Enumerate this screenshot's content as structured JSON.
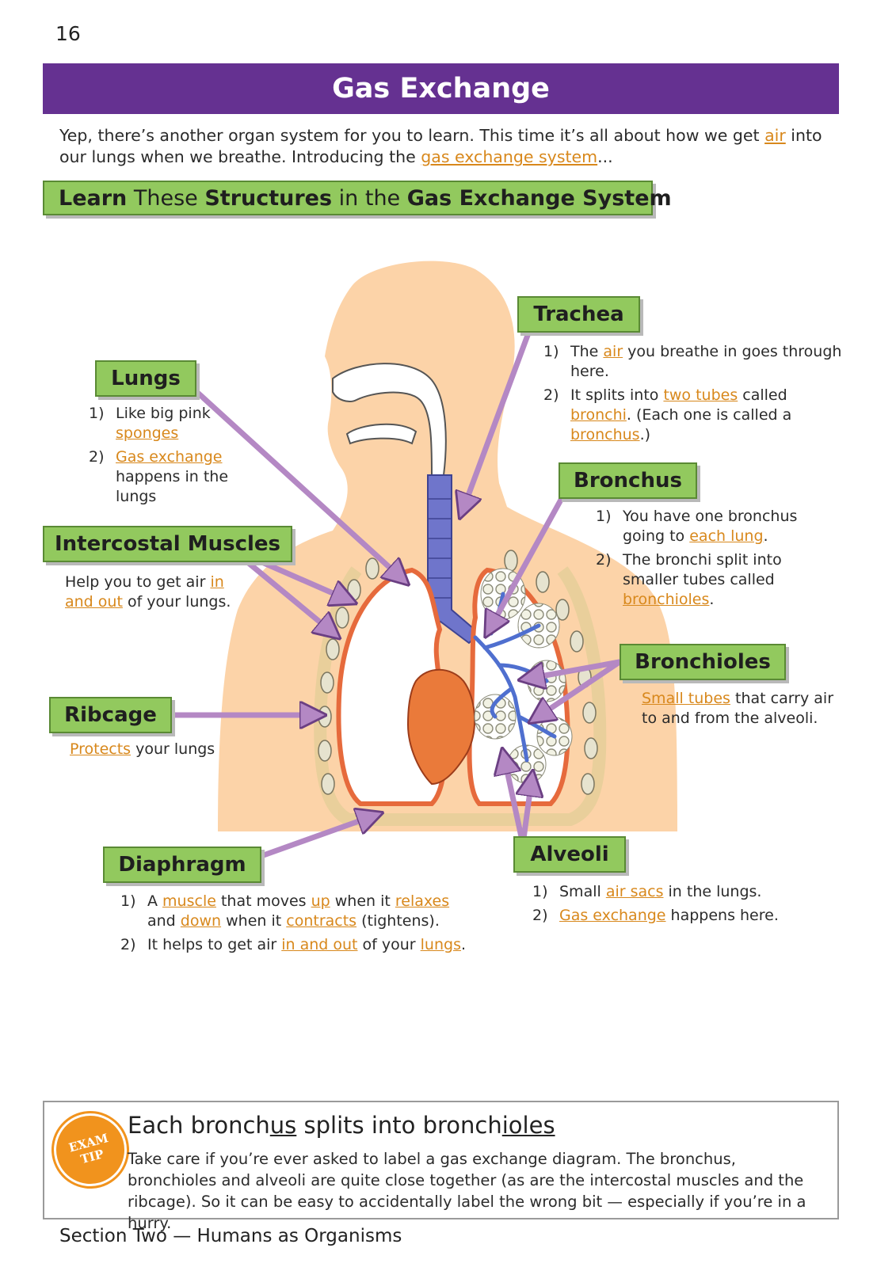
{
  "page_number": "16",
  "title": "Gas Exchange",
  "intro": {
    "p1": "Yep, there’s another organ system for you to learn.  This time it’s all about how we get ",
    "air": "air",
    "p2": " into our lungs when we breathe.  Introducing the ",
    "system": "gas exchange system",
    "p3": "..."
  },
  "section_heading": {
    "w1": "Learn",
    "w2": " These ",
    "w3": "Structures",
    "w4": " in the ",
    "w5": "Gas Exchange System"
  },
  "labels": {
    "trachea": "Trachea",
    "lungs": "Lungs",
    "bronchus": "Bronchus",
    "intercostal": "Intercostal Muscles",
    "bronchioles": "Bronchioles",
    "ribcage": "Ribcage",
    "alveoli": "Alveoli",
    "diaphragm": "Diaphragm"
  },
  "trachea": {
    "n1": "1)",
    "i1a": "The ",
    "i1b": "air",
    "i1c": " you breathe in goes through here.",
    "n2": "2)",
    "i2a": "It splits into ",
    "i2b": "two tubes",
    "i2c": " called ",
    "i2d": "bronchi",
    "i2e": ". (Each one is called a ",
    "i2f": "bronchus",
    "i2g": ".)"
  },
  "lungs": {
    "n1": "1)",
    "i1a": "Like big pink ",
    "i1b": "sponges",
    "n2": "2)",
    "i2a": "Gas exchange",
    "i2b": " happens in the lungs"
  },
  "bronchus": {
    "n1": "1)",
    "i1a": "You have one bronchus going to ",
    "i1b": "each lung",
    "i1c": ".",
    "n2": "2)",
    "i2a": "The bronchi split into smaller tubes called ",
    "i2b": "bronchioles",
    "i2c": "."
  },
  "intercostal": {
    "a": "Help you to get air ",
    "b": "in and out",
    "c": " of your lungs."
  },
  "bronchioles": {
    "a": "Small tubes",
    "b": " that carry air to and from the alveoli."
  },
  "ribcage": {
    "a": "Protects",
    "b": " your lungs"
  },
  "alveoli": {
    "n1": "1)",
    "i1a": "Small ",
    "i1b": "air sacs",
    "i1c": " in the lungs.",
    "n2": "2)",
    "i2a": "Gas exchange",
    "i2b": " happens here."
  },
  "diaphragm": {
    "n1": "1)",
    "i1a": "A ",
    "i1b": "muscle",
    "i1c": " that moves ",
    "i1d": "up",
    "i1e": " when it ",
    "i1f": "relaxes",
    "i1g": " and ",
    "i1h": "down",
    "i1i": " when it ",
    "i1j": "contracts",
    "i1k": " (tightens).",
    "n2": "2)",
    "i2a": "It helps to get air ",
    "i2b": "in and out",
    "i2c": " of your ",
    "i2d": "lungs",
    "i2e": "."
  },
  "exam_tip": {
    "badge1": "EXAM",
    "badge2": "TIP",
    "t1": "Each bronch",
    "t2": "us",
    "t3": " splits into bronch",
    "t4": "ioles",
    "body": "Take care if you’re ever asked to label a gas exchange diagram.  The bronchus, bronchioles and alveoli are quite close together (as are the intercostal muscles and the ribcage).  So it can be easy to accidentally label the wrong bit — especially if you’re in a hurry."
  },
  "footer": "Section Two — Humans as Organisms",
  "colors": {
    "title_bar": "#653191",
    "label_green": "#92c95e",
    "highlight": "#d8881c",
    "arrow": "#b488c4",
    "tip_orange": "#f1931d"
  }
}
